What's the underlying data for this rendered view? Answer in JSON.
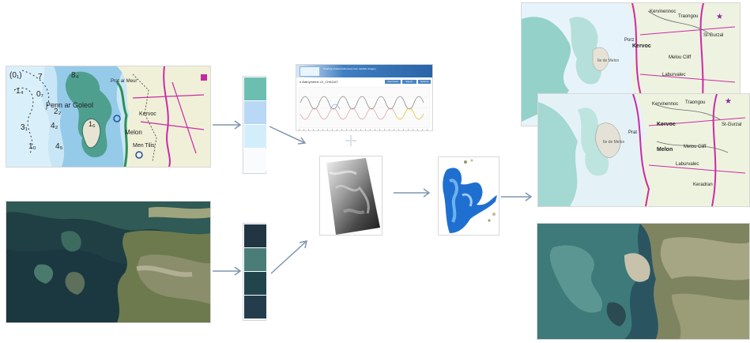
{
  "colors": {
    "arrow": "#7f95ad",
    "chart_swatches": [
      "#6cbfb0",
      "#b8d8f6",
      "#d3eefb",
      "#fafbfc"
    ],
    "photo_swatches": [
      "#213542",
      "#4a7d78",
      "#22444d",
      "#243c4c"
    ]
  },
  "nautical_chart": {
    "numbers": [
      "(0₁)",
      "7",
      "8₄",
      "1₄",
      "0₇",
      "2₂",
      "3₁",
      "4₂",
      "1₆",
      "1₀",
      "4₅"
    ],
    "place_labels": [
      "Penn ar Goleol",
      "Prat ar Meur",
      "Kervoc",
      "Melon",
      "Men Tilis"
    ]
  },
  "web_app": {
    "banner_title": "Charting coastal bathymetry from satellite imagery",
    "page_title": "# Bathymetrie v2_CHAGAT",
    "buttons": [
      "Download",
      "Export",
      "Options"
    ]
  },
  "topo_map": {
    "labels": [
      "Kervinennoc",
      "Traongou",
      "Kervoc",
      "Melon",
      "Ile de Melon",
      "Melou Cliff",
      "Laburvalec",
      "Keradran",
      "Prat",
      "Porz",
      "St-Gurzal"
    ]
  }
}
